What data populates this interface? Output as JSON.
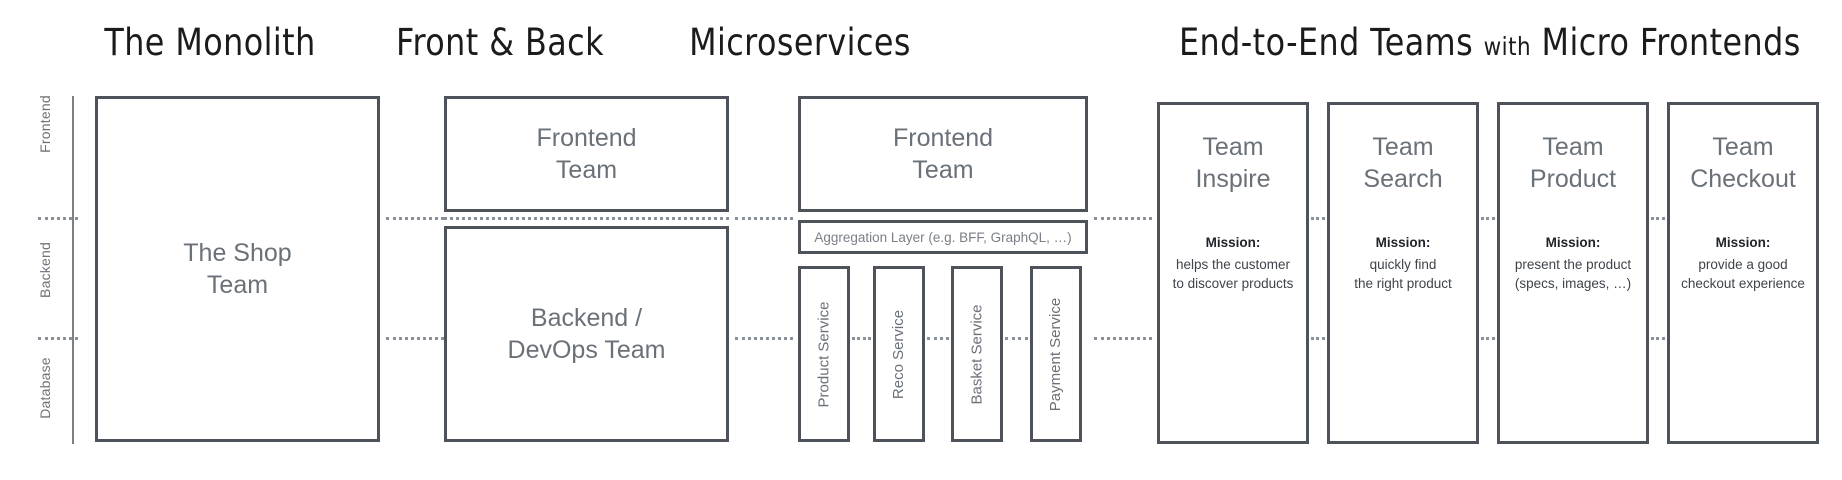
{
  "axis": {
    "labels": [
      {
        "name": "frontend",
        "text": "Frontend"
      },
      {
        "name": "backend",
        "text": "Backend"
      },
      {
        "name": "database",
        "text": "Database"
      }
    ]
  },
  "columns": [
    {
      "id": "monolith",
      "heading": "The Monolith",
      "boxes": [
        {
          "name": "the-shop-team",
          "label": "The Shop\nTeam"
        }
      ]
    },
    {
      "id": "front-and-back",
      "heading": "Front & Back",
      "boxes": [
        {
          "name": "frontend-team",
          "label": "Frontend\nTeam"
        },
        {
          "name": "backend-devops-team",
          "label": "Backend /\nDevOps Team"
        }
      ]
    },
    {
      "id": "microservices",
      "heading": "Microservices",
      "boxes": [
        {
          "name": "frontend-team",
          "label": "Frontend\nTeam"
        }
      ],
      "aggregation_layer": "Aggregation Layer (e.g. BFF, GraphQL, …)",
      "services": [
        {
          "name": "product-service",
          "label": "Product Service"
        },
        {
          "name": "reco-service",
          "label": "Reco Service"
        },
        {
          "name": "basket-service",
          "label": "Basket Service"
        },
        {
          "name": "payment-service",
          "label": "Payment Service"
        }
      ]
    },
    {
      "id": "end-to-end-teams",
      "heading_main": "End-to-End Teams",
      "heading_small": "with",
      "heading_tail": "Micro Frontends",
      "teams": [
        {
          "name": "team-inspire",
          "title": "Team\nInspire",
          "mission_label": "Mission:",
          "mission_text": "helps the customer\nto discover products"
        },
        {
          "name": "team-search",
          "title": "Team\nSearch",
          "mission_label": "Mission:",
          "mission_text": "quickly find\nthe right product"
        },
        {
          "name": "team-product",
          "title": "Team\nProduct",
          "mission_label": "Mission:",
          "mission_text": "present the product\n(specs, images, …)"
        },
        {
          "name": "team-checkout",
          "title": "Team\nCheckout",
          "mission_label": "Mission:",
          "mission_text": "provide a good\ncheckout experience"
        }
      ]
    }
  ],
  "colors": {
    "stroke": "#4d525b",
    "text": "#6b7178",
    "heading": "#1b1b1b",
    "dots": "#8a9098",
    "background": "#ffffff"
  }
}
